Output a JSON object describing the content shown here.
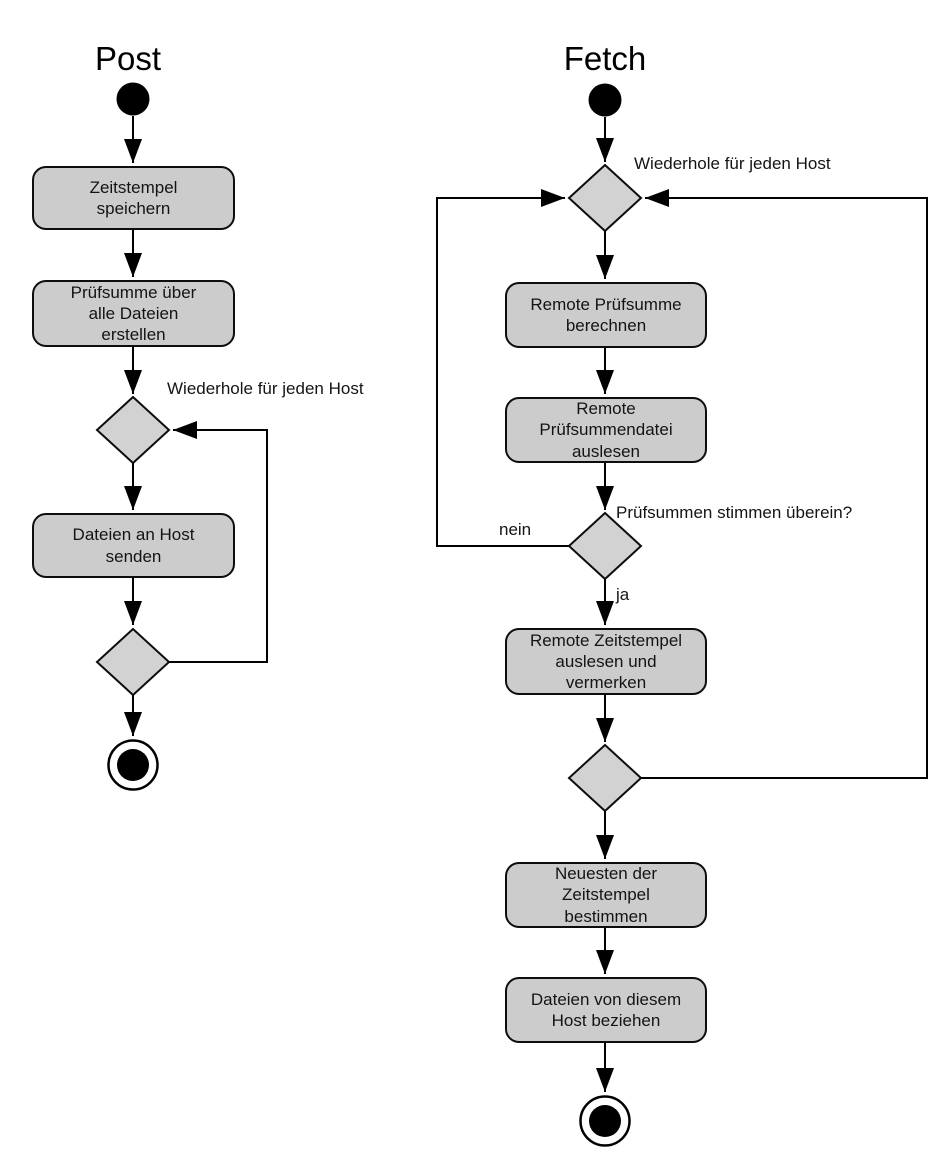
{
  "colors": {
    "background": "#ffffff",
    "node_fill": "#cccccc",
    "decision_fill": "#d2d2d2",
    "node_border": "#0d0d0d",
    "line": "#000000",
    "text": "#141414"
  },
  "post": {
    "title": "Post",
    "loop_label": "Wiederhole für jeden Host",
    "activities": [
      {
        "label": "Zeitstempel\nspeichern"
      },
      {
        "label": "Prüfsumme über\nalle Dateien\nerstellen"
      },
      {
        "label": "Dateien an Host\nsenden"
      }
    ]
  },
  "fetch": {
    "title": "Fetch",
    "loop_label": "Wiederhole für jeden Host",
    "decision_label": "Prüfsummen stimmen überein?",
    "no_label": "nein",
    "yes_label": "ja",
    "activities": [
      {
        "label": "Remote Prüfsumme\nberechnen"
      },
      {
        "label": "Remote\nPrüfsummendatei\nauslesen"
      },
      {
        "label": "Remote Zeitstempel\nauslesen und\nvermerken"
      },
      {
        "label": "Neuesten der\nZeitstempel\nbestimmen"
      },
      {
        "label": "Dateien von diesem\nHost beziehen"
      }
    ]
  }
}
